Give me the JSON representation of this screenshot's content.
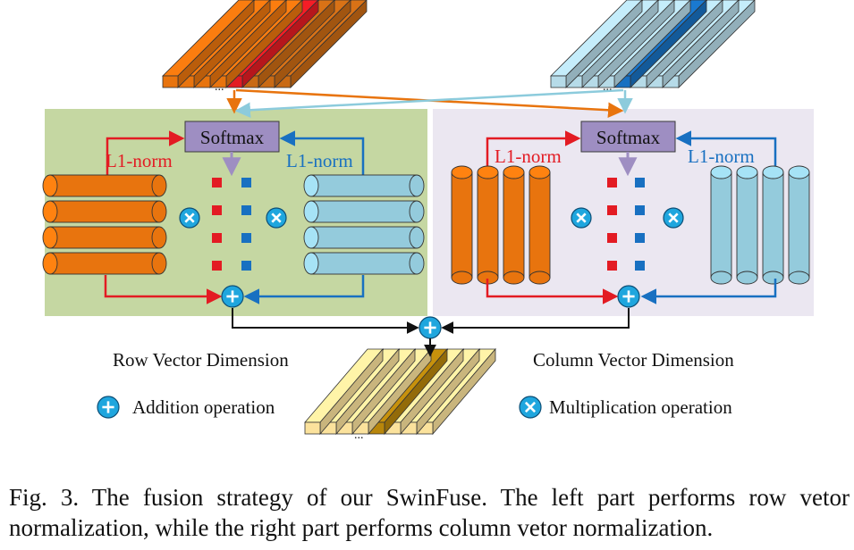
{
  "figure": {
    "softmax_label": "Softmax",
    "l1_norm_label": "L1-norm",
    "ellipsis": "...",
    "row_title": "Row Vector Dimension",
    "col_title": "Column Vector Dimension",
    "legend_add": "Addition operation",
    "legend_mul": "Multiplication operation"
  },
  "colors": {
    "left_bg": "#c5d7a2",
    "right_bg": "#ebe7f1",
    "orange": "#e8740e",
    "red": "#e31b23",
    "light_blue": "#94cbdc",
    "blue": "#1870c1",
    "softmax": "#9e8ec2",
    "op_circle": "#1fa6de",
    "output": "#fbe29c",
    "output_dark": "#b8860b"
  },
  "caption": {
    "text": "Fig. 3.  The fusion strategy of our SwinFuse. The left part performs row vetor normalization, while the right part performs column vetor normalization."
  }
}
